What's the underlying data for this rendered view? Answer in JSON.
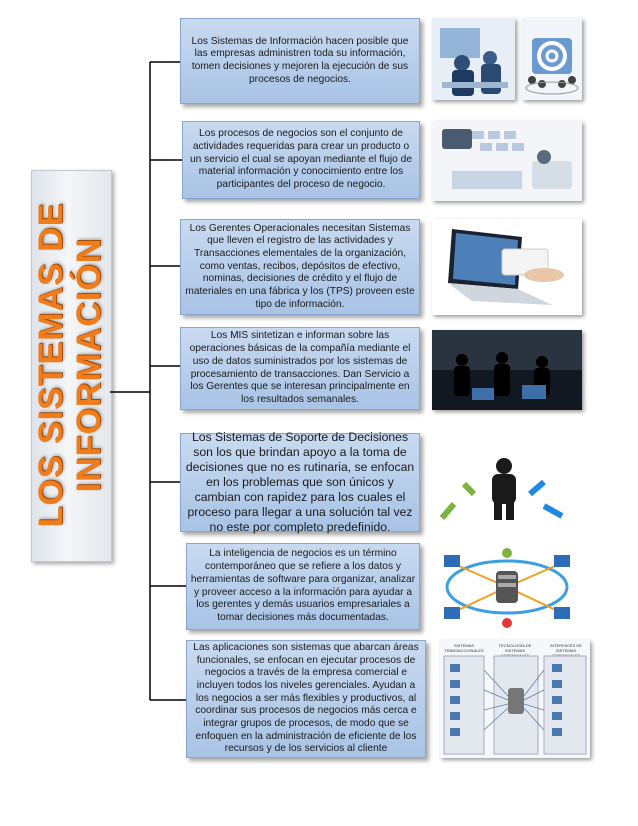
{
  "title": {
    "line1": "LOS SISTEMAS DE",
    "line2": "INFORMACIÓN"
  },
  "boxes": [
    {
      "text": "Los Sistemas de Información hacen posible que las empresas administren toda su información, tomen decisiones y mejoren la ejecución de sus procesos de negocios."
    },
    {
      "text": "Los procesos de negocios son el conjunto de actividades requeridas para crear un producto o un servicio el cual se apoyan mediante el flujo de material información y conocimiento entre los participantes del proceso de negocio."
    },
    {
      "text": "Los Gerentes Operacionales necesitan Sistemas que lleven el registro de las actividades y Transacciones elementales de la organización, como ventas, recibos, depósitos de efectivo, nominas, decisiones de crédito y el flujo de materiales en una fábrica y los (TPS) proveen este tipo de información."
    },
    {
      "text": "Los MIS sintetizan e informan sobre las operaciones básicas de la compañía mediante el uso de datos suministrados por los sistemas de procesamiento de transacciones. Dan Servicio a los Gerentes que se interesan principalmente en los resultados semanales."
    },
    {
      "text": "Los Sistemas de Soporte de Decisiones son los que brindan apoyo a la toma de decisiones que no es rutinaria, se enfocan en los problemas que son únicos y cambian con rapidez para los cuales el proceso para llegar a una solución tal vez no este por completo predefinido."
    },
    {
      "text": "La inteligencia de negocios es un término contemporáneo que se refiere a los datos y herramientas de software para organizar, analizar y proveer acceso a la información para ayudar a los gerentes y demás usuarios empresariales a tomar decisiones más documentadas."
    },
    {
      "text": "Las aplicaciones son sistemas que abarcan áreas funcionales, se enfocan en ejecutar procesos de negocios a través de la empresa comercial e incluyen todos los niveles gerenciales. Ayudan a los negocios a ser más flexibles y productivos, al coordinar sus procesos de negocios más cerca e integrar grupos de procesos, de modo que se enfoquen en la administración de eficiente de los recursos y de los servicios al cliente"
    }
  ],
  "diagram_labels": {
    "col1": "SISTEMAS TRANSACCIONALES",
    "col2": "TECNOLOGÍA DE SISTEMAS GERENCIALES",
    "col3": "INTERFACES DE SISTEMAS GERENCIALES"
  },
  "colors": {
    "title": "#f07c1c",
    "box_fill": "#b6cdea",
    "box_border": "#8aa6cc",
    "connector": "#000000"
  }
}
